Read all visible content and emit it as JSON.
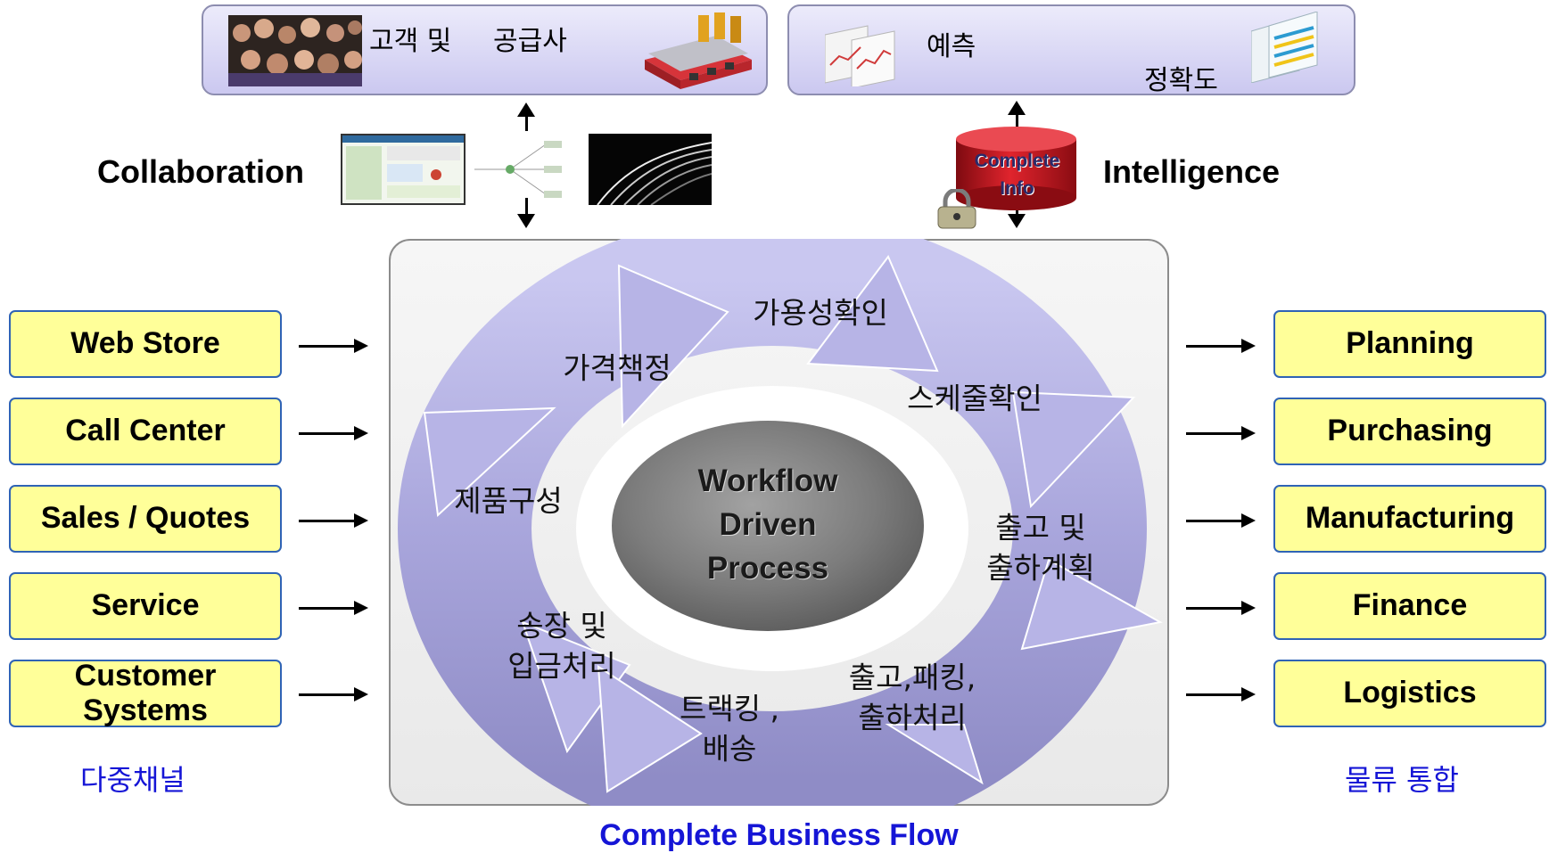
{
  "top_left_box": {
    "label_customers": "고객 및",
    "label_suppliers": "공급사"
  },
  "top_right_box": {
    "label_forecast": "예측",
    "label_accuracy": "정확도"
  },
  "collaboration": {
    "label": "Collaboration"
  },
  "intelligence": {
    "label": "Intelligence",
    "db_line1": "Complete",
    "db_line2": "Info"
  },
  "center": {
    "line1": "Workflow",
    "line2": "Driven",
    "line3": "Process"
  },
  "cycle_steps": [
    {
      "line1": "가용성확인",
      "line2": ""
    },
    {
      "line1": "스케줄확인",
      "line2": ""
    },
    {
      "line1": "출고 및",
      "line2": "출하계획"
    },
    {
      "line1": "출고,패킹,",
      "line2": "출하처리"
    },
    {
      "line1": "트랙킹 ,",
      "line2": "배송"
    },
    {
      "line1": "송장 및",
      "line2": "입금처리"
    },
    {
      "line1": "제품구성",
      "line2": ""
    },
    {
      "line1": "가격책정",
      "line2": ""
    }
  ],
  "channels": [
    "Web Store",
    "Call Center",
    "Sales / Quotes",
    "Service",
    "Customer Systems"
  ],
  "channels_caption": "다중채널",
  "functions": [
    "Planning",
    "Purchasing",
    "Manufacturing",
    "Finance",
    "Logistics"
  ],
  "functions_caption": "물류 통합",
  "footer": "Complete Business Flow",
  "colors": {
    "accent_blue": "#1515d6",
    "box_yellow": "#ffff99",
    "box_border": "#2f63b5",
    "cycle_lavender": "#b4b1e6",
    "db_red": "#c2121b"
  }
}
